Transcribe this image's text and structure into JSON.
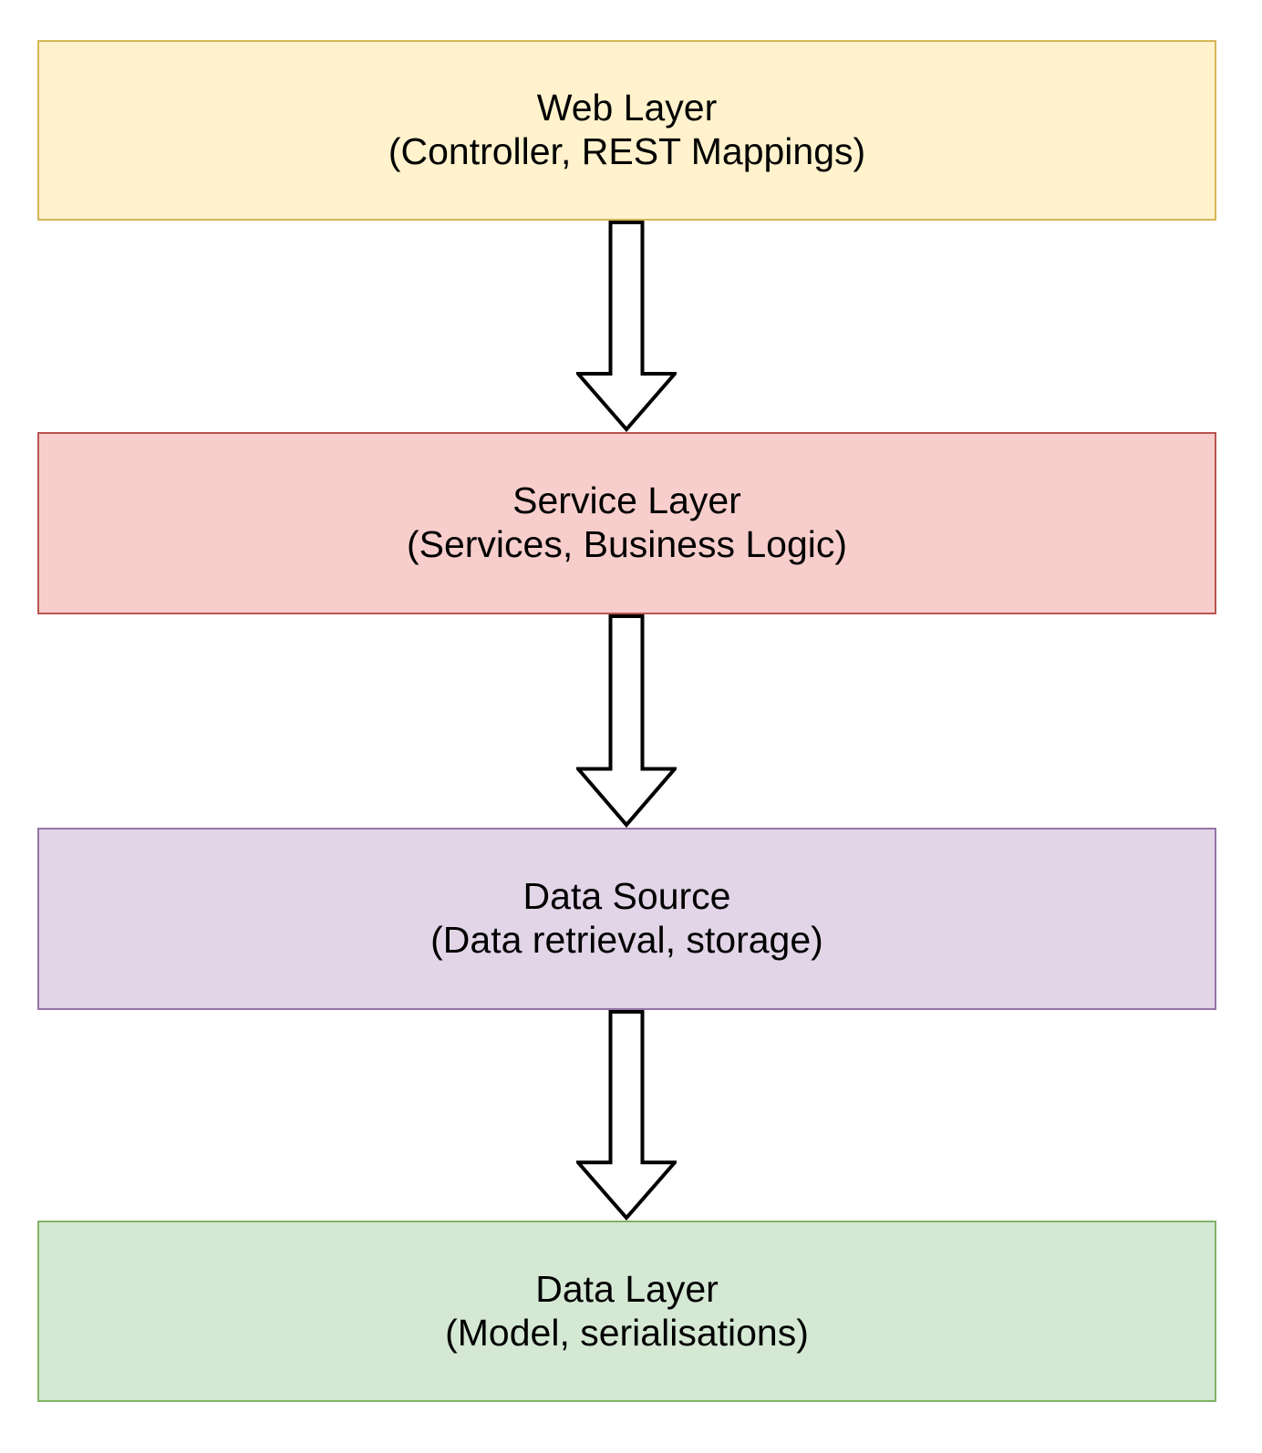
{
  "diagram": {
    "background": "#FFFFFF",
    "text_color": "#000000",
    "layers": [
      {
        "title": "Web Layer",
        "subtitle": "(Controller, REST Mappings)",
        "fill": "#FFF2CC",
        "stroke": "#D6B656"
      },
      {
        "title": "Service Layer",
        "subtitle": "(Services, Business Logic)",
        "fill": "#F8CECC",
        "stroke": "#B85450"
      },
      {
        "title": "Data Source",
        "subtitle": "(Data retrieval, storage)",
        "fill": "#E1D5E7",
        "stroke": "#9673A6"
      },
      {
        "title": "Data Layer",
        "subtitle": "(Model, serialisations)",
        "fill": "#D5E8D4",
        "stroke": "#82B366"
      }
    ],
    "arrows": [
      {
        "from": "Web Layer",
        "to": "Service Layer",
        "direction": "down"
      },
      {
        "from": "Service Layer",
        "to": "Data Source",
        "direction": "down"
      },
      {
        "from": "Data Source",
        "to": "Data Layer",
        "direction": "down"
      }
    ],
    "arrow_style": {
      "fill": "#FFFFFF",
      "stroke": "#000000"
    }
  }
}
